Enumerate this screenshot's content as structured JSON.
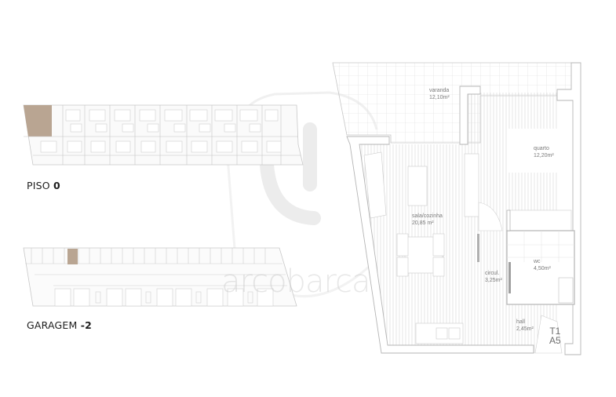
{
  "levels": [
    {
      "id": "piso-0",
      "title_prefix": "PISO ",
      "title_number": "0",
      "highlight_color": "#b9a592"
    },
    {
      "id": "garagem-minus-2",
      "title_prefix": "GARAGEM ",
      "title_number": "-2",
      "highlight_color": "#b9a592"
    }
  ],
  "unit": {
    "typology": "T1",
    "code": "A5",
    "rooms": [
      {
        "name": "varanda",
        "area": "12,10m²"
      },
      {
        "name": "quarto",
        "area": "12,20m²"
      },
      {
        "name": "sala/cozinha",
        "area": "20,85 m²"
      },
      {
        "name": "circul.",
        "area": "3,25m²"
      },
      {
        "name": "wc",
        "area": "4,50m²"
      },
      {
        "name": "hall",
        "area": "2,45m²"
      }
    ]
  },
  "watermark": {
    "brand": "arcobarca",
    "brand_colored_part": "arco",
    "brand_rest": "barca"
  },
  "colors": {
    "wall": "#d8d8d8",
    "line": "#bcbcbc",
    "hatch": "#d4d4d4",
    "highlight": "#b9a592",
    "text": "#1e1e1e"
  }
}
